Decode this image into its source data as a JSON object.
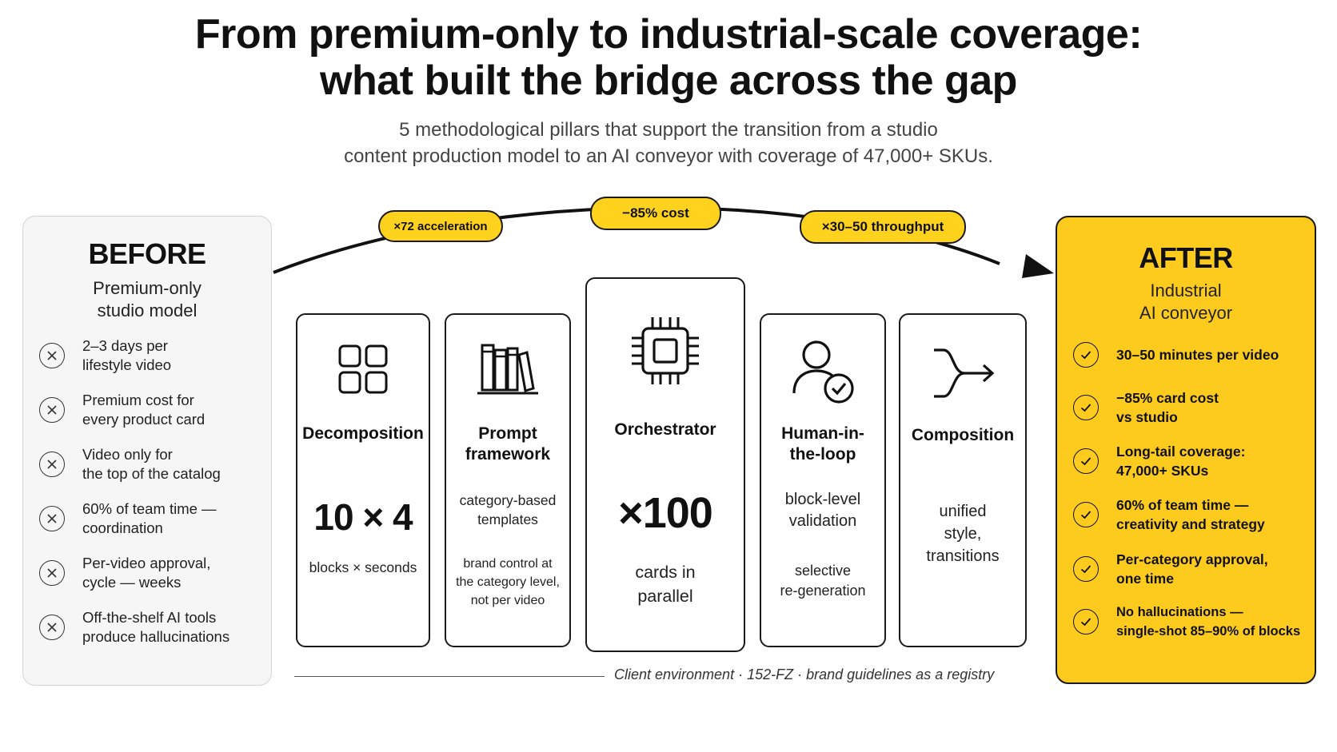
{
  "title": {
    "line1": "From premium-only to industrial-scale coverage:",
    "line2": "what built the bridge across the gap"
  },
  "subtitle": {
    "line1": "5 methodological pillars that support the transition from a studio",
    "line2": "content production model to an AI conveyor with coverage of 47,000+ SKUs."
  },
  "bridge_labels": {
    "acceleration": "×72 acceleration",
    "cost": "−85% cost",
    "throughput": "×30–50 throughput"
  },
  "before": {
    "heading": "BEFORE",
    "sub1": "Premium-only",
    "sub2": "studio model",
    "items": [
      {
        "l1": "2–3 days per",
        "l2": "lifestyle video"
      },
      {
        "l1": "Premium cost for",
        "l2": "every product card"
      },
      {
        "l1": "Video only for",
        "l2": "the top of the catalog"
      },
      {
        "l1": "60% of team time —",
        "l2": "coordination"
      },
      {
        "l1": "Per-video approval,",
        "l2": "cycle — weeks"
      },
      {
        "l1": "Off-the-shelf AI tools",
        "l2": "produce hallucinations"
      }
    ]
  },
  "after": {
    "heading": "AFTER",
    "sub1": "Industrial",
    "sub2": "AI conveyor",
    "items": [
      {
        "l1": "30–50 minutes per video",
        "l2": ""
      },
      {
        "l1": "−85% card cost",
        "l2": "vs studio"
      },
      {
        "l1": "Long-tail coverage:",
        "l2": "47,000+ SKUs"
      },
      {
        "l1": "60% of team time —",
        "l2": "creativity and strategy"
      },
      {
        "l1": "Per-category approval,",
        "l2": "one time"
      },
      {
        "l1": "No hallucinations —",
        "l2": "single-shot 85–90% of blocks"
      }
    ]
  },
  "pillars": {
    "decomposition": {
      "title": "Decomposition",
      "big": "10 × 4",
      "text": "blocks × seconds",
      "icon": "grid-icon"
    },
    "prompt": {
      "title1": "Prompt",
      "title2": "framework",
      "text1": "category-based",
      "text2": "templates",
      "note1": "brand control at",
      "note2": "the category level,",
      "note3": "not per video",
      "icon": "books-icon"
    },
    "orchestrator": {
      "title": "Orchestrator",
      "big": "×100",
      "text1": "cards in",
      "text2": "parallel",
      "icon": "chip-icon"
    },
    "human": {
      "title1": "Human-in-",
      "title2": "the-loop",
      "text1": "block-level",
      "text2": "validation",
      "note1": "selective",
      "note2": "re-generation",
      "icon": "user-check-icon"
    },
    "composition": {
      "title": "Composition",
      "text1": "unified",
      "text2": "style,",
      "text3": "transitions",
      "icon": "merge-arrow-icon"
    }
  },
  "footer": "Client environment · 152-FZ · brand guidelines as a registry",
  "colors": {
    "accent": "#FDCB1E",
    "pill": "#FFD21E",
    "ink": "#111111"
  }
}
